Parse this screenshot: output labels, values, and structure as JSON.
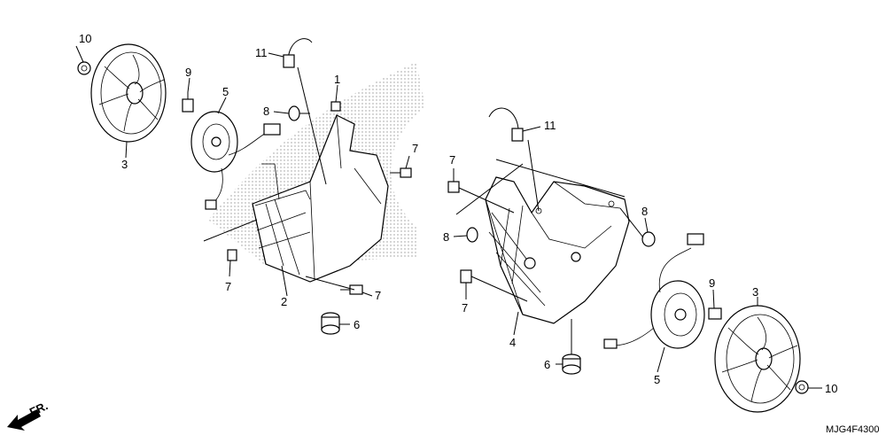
{
  "diagram": {
    "code": "MJG4F4300",
    "front_label": "FR.",
    "callouts_left": {
      "c10": "10",
      "c3": "3",
      "c9": "9",
      "c5": "5",
      "c11": "11",
      "c1": "1",
      "c8": "8",
      "c7a": "7",
      "c7b": "7",
      "c7c": "7",
      "c2": "2",
      "c6": "6"
    },
    "callouts_right": {
      "c11": "11",
      "c7a": "7",
      "c8a": "8",
      "c8b": "8",
      "c7b": "7",
      "c4": "4",
      "c6": "6",
      "c5": "5",
      "c9": "9",
      "c3": "3",
      "c10": "10"
    }
  }
}
